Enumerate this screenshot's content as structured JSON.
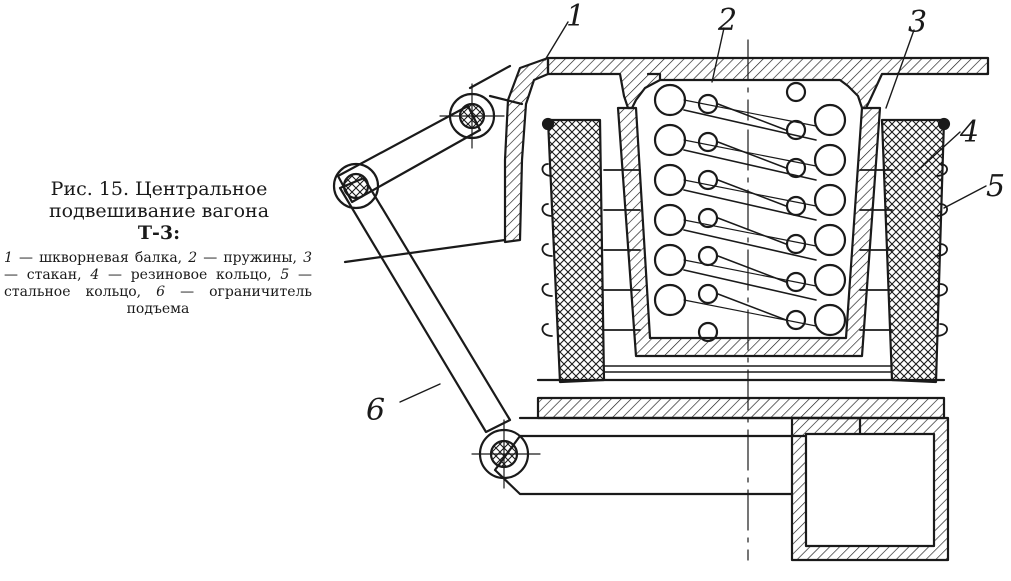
{
  "caption": {
    "title": "Рис. 15. Центральное подвешивание вагона",
    "title_code": "Т-3:",
    "legend": [
      {
        "num": "1",
        "text": "шкворневая балка,"
      },
      {
        "num": "2",
        "text": "пружины,"
      },
      {
        "num": "3",
        "text": "стакан,"
      },
      {
        "num": "4",
        "text": "резиновое кольцо,"
      },
      {
        "num": "5",
        "text": "стальное кольцо,"
      },
      {
        "num": "6",
        "text": "ограничитель подъема"
      }
    ]
  },
  "callouts": {
    "c1": "1",
    "c2": "2",
    "c3": "3",
    "c4": "4",
    "c5": "5",
    "c6": "6"
  },
  "colors": {
    "ink": "#1a1a1a",
    "paper": "#ffffff"
  }
}
